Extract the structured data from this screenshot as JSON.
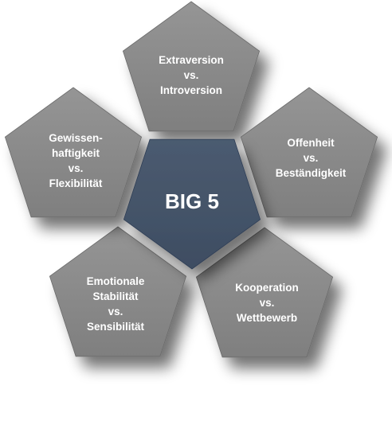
{
  "diagram": {
    "center": {
      "label": "BIG 5",
      "color": "#445468"
    },
    "outer_color": "#8a8a8a",
    "dimensions": [
      {
        "id": "extraversion",
        "lines": [
          "Extraversion",
          "vs.",
          "Introversion"
        ]
      },
      {
        "id": "offenheit",
        "lines": [
          "Offenheit",
          "vs.",
          "Beständigkeit"
        ]
      },
      {
        "id": "kooperation",
        "lines": [
          "Kooperation",
          "vs.",
          "Wettbewerb"
        ]
      },
      {
        "id": "emotionale-stabilitaet",
        "lines": [
          "Emotionale",
          "Stabilität",
          "vs.",
          "Sensibilität"
        ]
      },
      {
        "id": "gewissenhaftigkeit",
        "lines": [
          "Gewissen-",
          "haftigkeit",
          "vs.",
          "Flexibilität"
        ]
      }
    ]
  }
}
